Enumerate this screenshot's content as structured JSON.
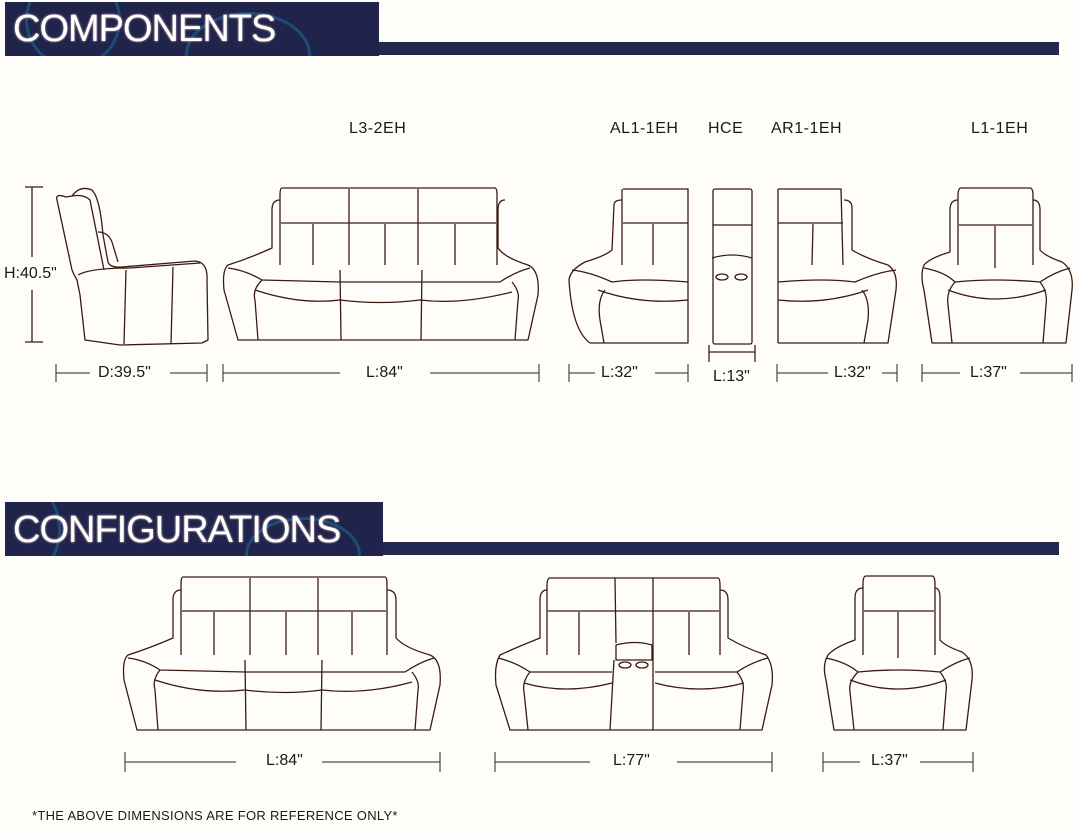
{
  "sections": {
    "components": {
      "title": "COMPONENTS"
    },
    "configurations": {
      "title": "CONFIGURATIONS"
    }
  },
  "components": [
    {
      "id": "side",
      "label": "",
      "dimensions": {
        "height": "H:40.5\"",
        "depth": "D:39.5\""
      }
    },
    {
      "id": "L3-2EH",
      "label": "L3-2EH",
      "length": "L:84\""
    },
    {
      "id": "AL1-1EH",
      "label": "AL1-1EH",
      "length": "L:32\""
    },
    {
      "id": "HCE",
      "label": "HCE",
      "length": "L:13\""
    },
    {
      "id": "AR1-1EH",
      "label": "AR1-1EH",
      "length": "L:32\""
    },
    {
      "id": "L1-1EH",
      "label": "L1-1EH",
      "length": "L:37\""
    }
  ],
  "configurations": [
    {
      "id": "sofa",
      "length": "L:84\""
    },
    {
      "id": "loveseat-console",
      "length": "L:77\""
    },
    {
      "id": "recliner",
      "length": "L:37\""
    }
  ],
  "footnote": "*THE ABOVE DIMENSIONS ARE FOR REFERENCE ONLY*",
  "colors": {
    "banner": "#20244a",
    "swirl": "#1f5c8a",
    "line": "#3a1a10",
    "background": "#fffdfa"
  }
}
